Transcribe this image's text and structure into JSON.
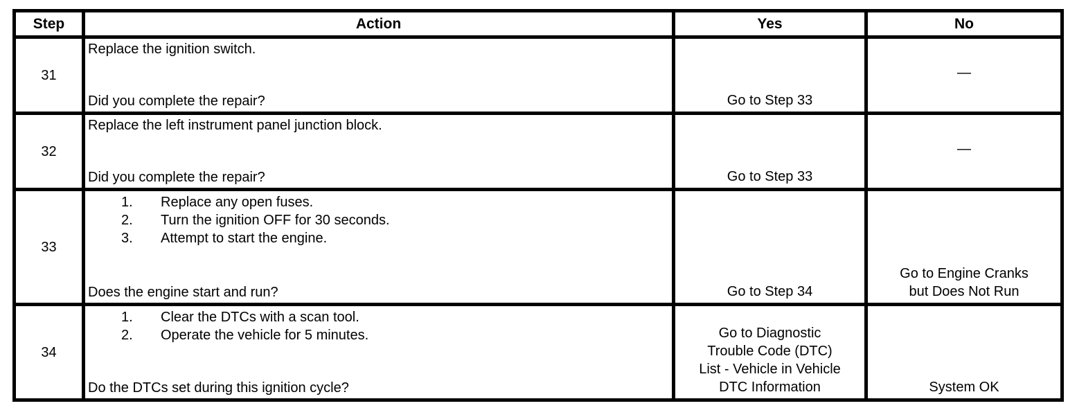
{
  "table": {
    "headers": {
      "step": "Step",
      "action": "Action",
      "yes": "Yes",
      "no": "No"
    },
    "rows": [
      {
        "step": "31",
        "action_intro": "Replace the ignition switch.",
        "action_steps": [],
        "question": "Did you complete the repair?",
        "yes_lines": [
          "Go to Step 33"
        ],
        "no_lines": [
          "—"
        ]
      },
      {
        "step": "32",
        "action_intro": "Replace the left instrument panel junction block.",
        "action_steps": [],
        "question": "Did you complete the repair?",
        "yes_lines": [
          "Go to Step 33"
        ],
        "no_lines": [
          "—"
        ]
      },
      {
        "step": "33",
        "action_intro": "",
        "action_steps": [
          "Replace any open fuses.",
          "Turn the ignition OFF for 30 seconds.",
          "Attempt to start the engine."
        ],
        "question": "Does the engine start and run?",
        "yes_lines": [
          "Go to Step 34"
        ],
        "no_lines": [
          "Go to Engine Cranks",
          "but Does Not Run"
        ]
      },
      {
        "step": "34",
        "action_intro": "",
        "action_steps": [
          "Clear the DTCs with a scan tool.",
          "Operate the vehicle for 5 minutes."
        ],
        "question": "Do the DTCs set during this ignition cycle?",
        "yes_lines": [
          "Go to Diagnostic",
          "Trouble Code (DTC)",
          "List - Vehicle in Vehicle",
          "DTC Information"
        ],
        "no_lines": [
          "System OK"
        ]
      }
    ]
  }
}
